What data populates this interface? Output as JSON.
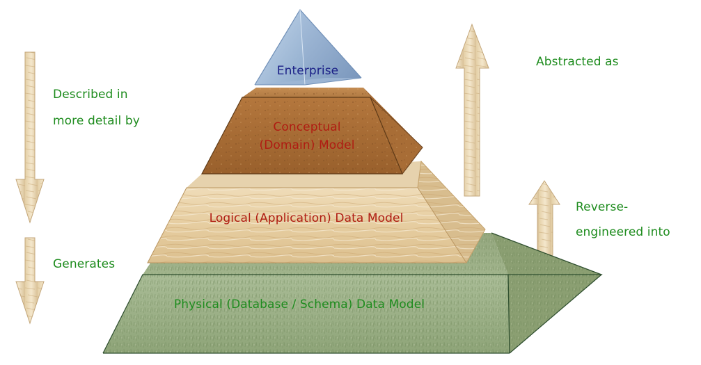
{
  "colors": {
    "side_text": "#1e8c1e",
    "enterprise_text": "#1a1f86",
    "conceptual_text": "#b01c12",
    "logical_text": "#b01c12",
    "physical_text": "#1e8c1e"
  },
  "pyramid": {
    "enterprise": {
      "label": "Enterprise"
    },
    "conceptual": {
      "line1": "Conceptual",
      "line2": "(Domain) Model"
    },
    "logical": {
      "label": "Logical (Application) Data Model"
    },
    "physical": {
      "label": "Physical (Database / Schema) Data Model"
    }
  },
  "left": {
    "described": {
      "line1": "Described in",
      "line2": "more detail by"
    },
    "generates": "Generates"
  },
  "right": {
    "abstracted": "Abstracted as",
    "reverse": {
      "line1": "Reverse-",
      "line2": "engineered into"
    }
  }
}
